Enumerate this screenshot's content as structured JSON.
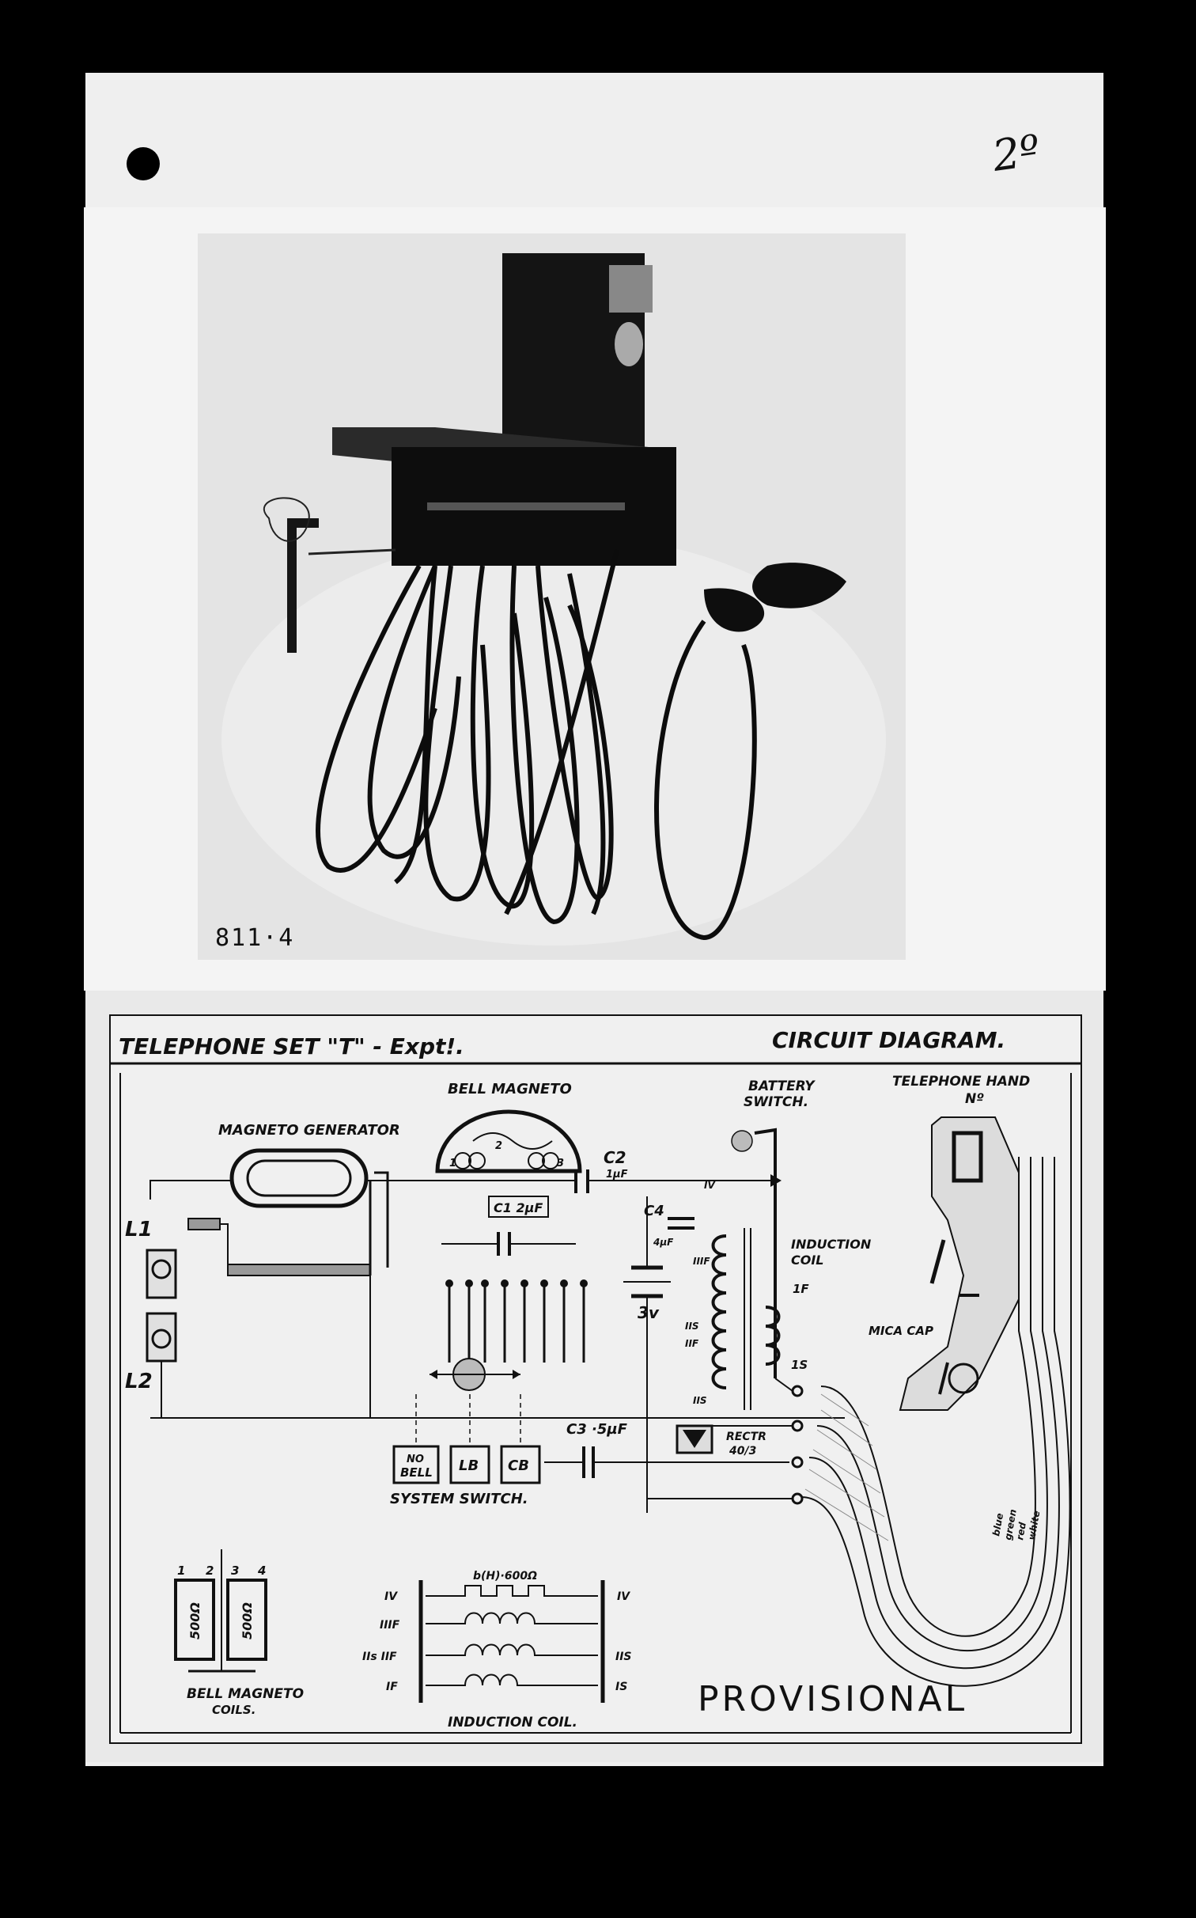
{
  "corner_note": "2º",
  "photo": {
    "number": "811·4"
  },
  "diagram": {
    "title_left": "TELEPHONE SET \"T\" - Expt!.",
    "title_right": "CIRCUIT DIAGRAM.",
    "labels": {
      "bell_magneto": "BELL MAGNETO",
      "magneto_generator": "MAGNETO GENERATOR",
      "battery_switch_1": "BATTERY",
      "battery_switch_2": "SWITCH.",
      "telephone_hand_1": "TELEPHONE HAND",
      "telephone_hand_2": "Nº",
      "c2": "C2",
      "c2_val": "1µF",
      "c1": "C1 2µF",
      "c4": "C4",
      "c4_val": "4µF",
      "induction_coil_1": "INDUCTION",
      "induction_coil_2": "COIL",
      "one_f": "1F",
      "one_s": "1S",
      "two_f": "IIF",
      "two_s": "IIS",
      "two_s_b": "IIS",
      "iv": "IV",
      "iiif": "IIIF",
      "battery_v": "3v",
      "l1": "L1",
      "l2": "L2",
      "mica_cap": "MICA CAP",
      "c3": "C3 ·5µF",
      "rect_1": "RECTR",
      "rect_2": "40/3",
      "no_bell_1": "NO",
      "no_bell_2": "BELL",
      "lb": "LB",
      "cb": "CB",
      "system_switch": "SYSTEM SWITCH.",
      "cord_blue": "blue",
      "cord_green": "green",
      "cord_red": "red",
      "cord_white": "white",
      "bm_coils_1": "BELL MAGNETO",
      "bm_coils_2": "COILS.",
      "coil_res_1": "500Ω",
      "coil_res_2": "500Ω",
      "n1": "1",
      "n2": "2",
      "n3": "3",
      "n4": "4",
      "ic_bias": "b(H)·600Ω",
      "ic_l_iv": "IV",
      "ic_l_iiif": "IIIF",
      "ic_l_iis": "IIs IIF",
      "ic_l_if": "IF",
      "ic_r_iv": "IV",
      "ic_r_iis": "IIS",
      "ic_r_is": "IS",
      "induction_coil_caption": "INDUCTION COIL.",
      "bm_n1": "1",
      "bm_n2": "2",
      "bm_n3": "3"
    },
    "stamp": "PROVISIONAL"
  }
}
